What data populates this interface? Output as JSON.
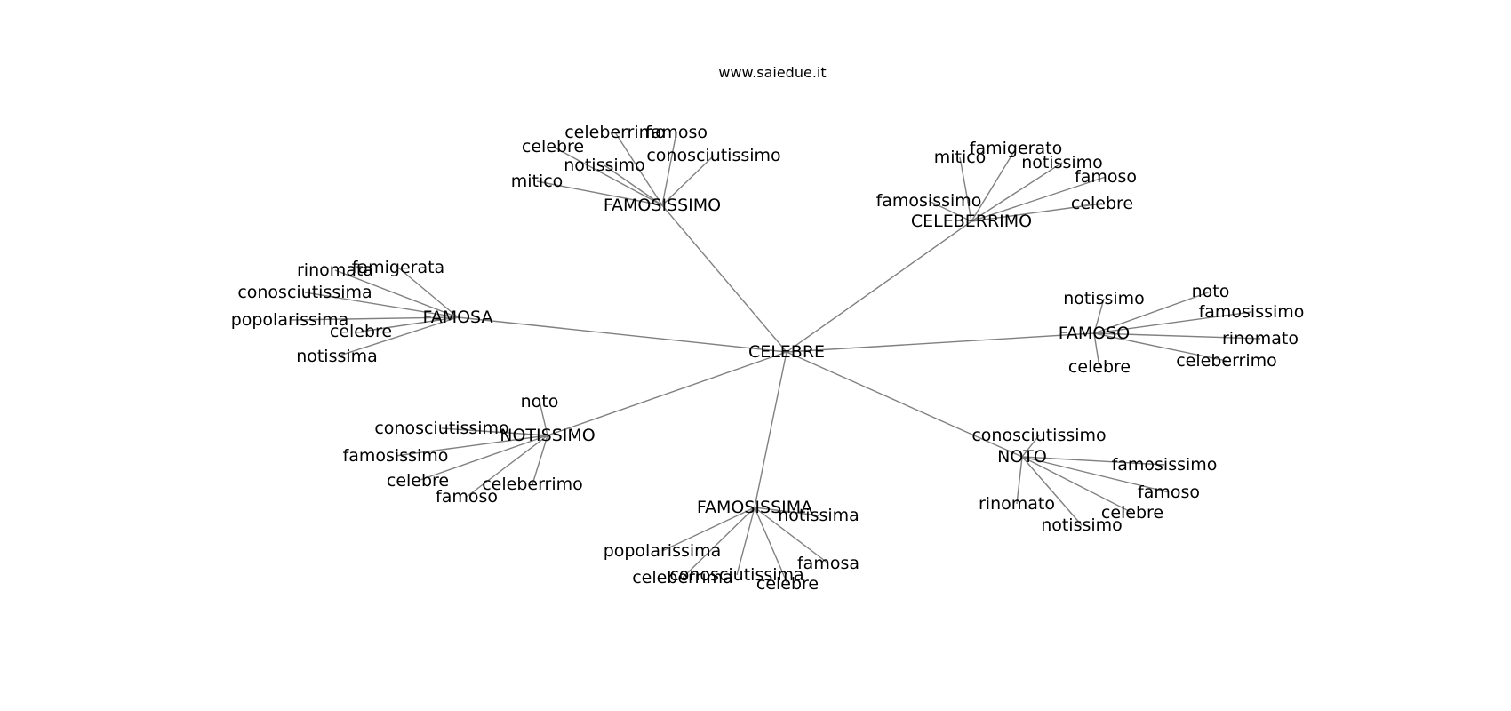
{
  "watermark": "www.saiedue.it",
  "graph": {
    "edge_color": "#808080",
    "text_color": "#000000",
    "center": "CELEBRE",
    "hubs": [
      {
        "id": "famosissimo",
        "label": "FAMOSISSIMO",
        "leaves": [
          {
            "id": "famosissimo-celeberrimo",
            "label": "celeberrimo"
          },
          {
            "id": "famosissimo-famoso",
            "label": "famoso"
          },
          {
            "id": "famosissimo-celebre",
            "label": "celebre"
          },
          {
            "id": "famosissimo-conosciutissimo",
            "label": "conosciutissimo"
          },
          {
            "id": "famosissimo-notissimo",
            "label": "notissimo"
          },
          {
            "id": "famosissimo-mitico",
            "label": "mitico"
          }
        ]
      },
      {
        "id": "celeberrimo",
        "label": "CELEBERRIMO",
        "leaves": [
          {
            "id": "celeberrimo-famigerato",
            "label": "famigerato"
          },
          {
            "id": "celeberrimo-mitico",
            "label": "mitico"
          },
          {
            "id": "celeberrimo-notissimo",
            "label": "notissimo"
          },
          {
            "id": "celeberrimo-famoso",
            "label": "famoso"
          },
          {
            "id": "celeberrimo-famosissimo",
            "label": "famosissimo"
          },
          {
            "id": "celeberrimo-celebre",
            "label": "celebre"
          }
        ]
      },
      {
        "id": "famosa",
        "label": "FAMOSA",
        "leaves": [
          {
            "id": "famosa-rinomata",
            "label": "rinomata"
          },
          {
            "id": "famosa-famigerata",
            "label": "famigerata"
          },
          {
            "id": "famosa-conosciutissima",
            "label": "conosciutissima"
          },
          {
            "id": "famosa-popolarissima",
            "label": "popolarissima"
          },
          {
            "id": "famosa-celebre",
            "label": "celebre"
          },
          {
            "id": "famosa-notissima",
            "label": "notissima"
          }
        ]
      },
      {
        "id": "famoso",
        "label": "FAMOSO",
        "leaves": [
          {
            "id": "famoso-notissimo",
            "label": "notissimo"
          },
          {
            "id": "famoso-noto",
            "label": "noto"
          },
          {
            "id": "famoso-famosissimo",
            "label": "famosissimo"
          },
          {
            "id": "famoso-rinomato",
            "label": "rinomato"
          },
          {
            "id": "famoso-celeberrimo",
            "label": "celeberrimo"
          },
          {
            "id": "famoso-celebre",
            "label": "celebre"
          }
        ]
      },
      {
        "id": "notissimo",
        "label": "NOTISSIMO",
        "leaves": [
          {
            "id": "notissimo-noto",
            "label": "noto"
          },
          {
            "id": "notissimo-conosciutissimo",
            "label": "conosciutissimo"
          },
          {
            "id": "notissimo-famosissimo",
            "label": "famosissimo"
          },
          {
            "id": "notissimo-celebre",
            "label": "celebre"
          },
          {
            "id": "notissimo-celeberrimo",
            "label": "celeberrimo"
          },
          {
            "id": "notissimo-famoso",
            "label": "famoso"
          }
        ]
      },
      {
        "id": "noto",
        "label": "NOTO",
        "leaves": [
          {
            "id": "noto-conosciutissimo",
            "label": "conosciutissimo"
          },
          {
            "id": "noto-famosissimo",
            "label": "famosissimo"
          },
          {
            "id": "noto-famoso",
            "label": "famoso"
          },
          {
            "id": "noto-rinomato",
            "label": "rinomato"
          },
          {
            "id": "noto-celebre",
            "label": "celebre"
          },
          {
            "id": "noto-notissimo",
            "label": "notissimo"
          }
        ]
      },
      {
        "id": "famosissima",
        "label": "FAMOSISSIMA",
        "leaves": [
          {
            "id": "famosissima-notissima",
            "label": "notissima"
          },
          {
            "id": "famosissima-popolarissima",
            "label": "popolarissima"
          },
          {
            "id": "famosissima-famosa",
            "label": "famosa"
          },
          {
            "id": "famosissima-conosciutissima",
            "label": "conosciutissima"
          },
          {
            "id": "famosissima-celeberrima",
            "label": "celeberrima"
          },
          {
            "id": "famosissima-celebre",
            "label": "celebre"
          }
        ]
      }
    ]
  }
}
